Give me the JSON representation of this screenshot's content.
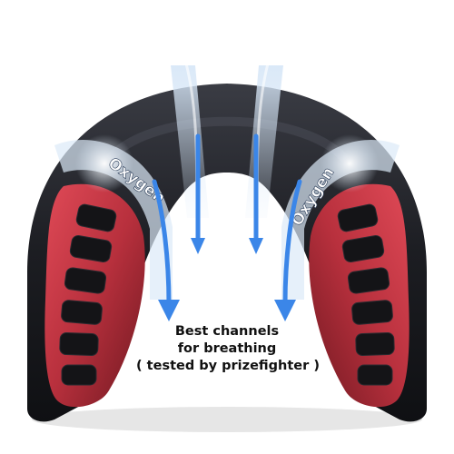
{
  "labels": {
    "left": "Oxygen",
    "right": "Oxygen"
  },
  "caption": {
    "line1": "Best channels",
    "line2": "for breathing",
    "line3": "( tested by prizefighter )"
  },
  "colors": {
    "guard_red": "#b8303d",
    "guard_dark": "#1c1d22",
    "arrow_blue": "#3b86e8",
    "glow_blue": "#d6e6f7"
  },
  "icons": [
    "arrow-down-icon"
  ]
}
